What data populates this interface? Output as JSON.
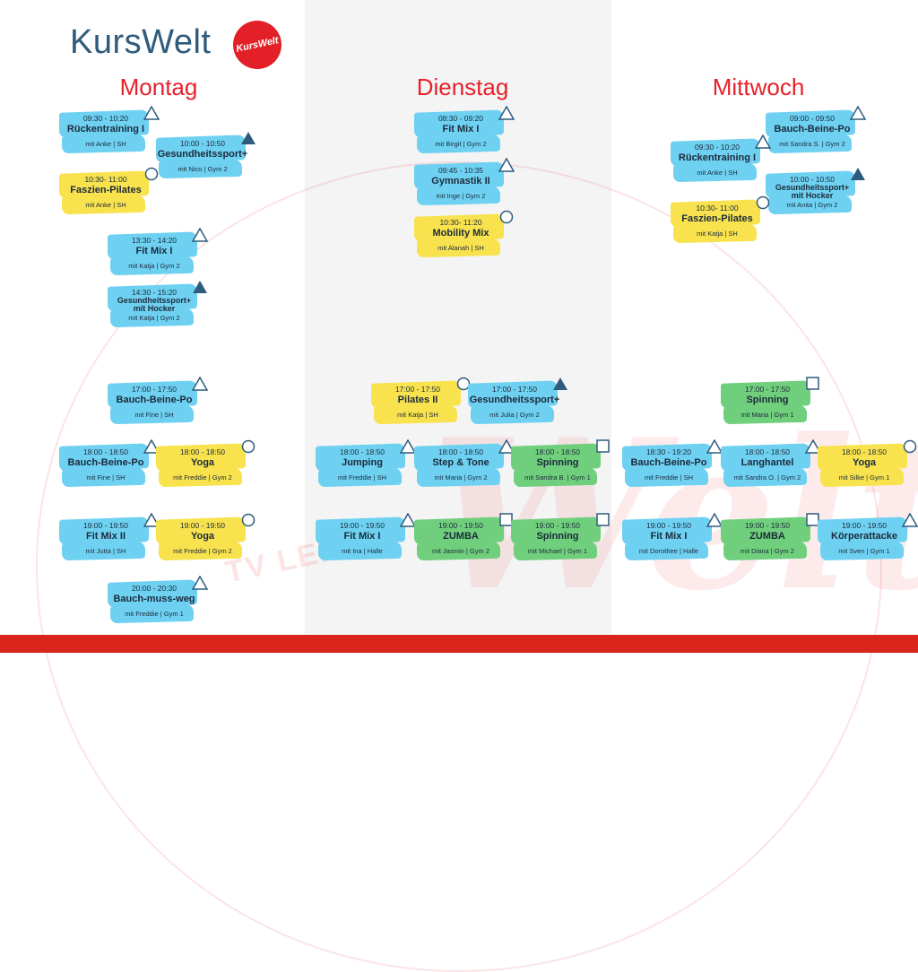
{
  "logo": {
    "text": "KursWelt",
    "badge": "KursWelt"
  },
  "watermark": "TV LEMGO",
  "colors": {
    "blue": "#6fd1f2",
    "yellow": "#f8e24e",
    "green": "#70cf7d",
    "accent": "#e8202a",
    "icon": "#2f5b7c"
  },
  "days": [
    {
      "name": "Montag",
      "courses": [
        {
          "time": "09:30 - 10:20",
          "name": "Rückentraining I",
          "sub": "mit Anke | SH",
          "color": "blue",
          "icon": "triangle-outline"
        },
        {
          "time": "10:00 - 10:50",
          "name": "Gesundheitssport+",
          "sub": "mit Nico | Gym 2",
          "color": "blue",
          "icon": "triangle-filled"
        },
        {
          "time": "10:30- 11:00",
          "name": "Faszien-Pilates",
          "sub": "mit Anke | SH",
          "color": "yellow",
          "icon": "circle-outline"
        },
        {
          "time": "13:30 - 14:20",
          "name": "Fit Mix I",
          "sub": "mit Katja | Gym 2",
          "color": "blue",
          "icon": "triangle-outline"
        },
        {
          "time": "14:30 - 15:20",
          "name": "Gesundheitssport+",
          "extra": "mit Hocker",
          "sub": "mit Katja | Gym 2",
          "color": "blue",
          "icon": "triangle-filled"
        },
        {
          "time": "17:00 - 17:50",
          "name": "Bauch-Beine-Po",
          "sub": "mit Fine | SH",
          "color": "blue",
          "icon": "triangle-outline"
        },
        {
          "time": "18:00 - 18:50",
          "name": "Bauch-Beine-Po",
          "sub": "mit Fine | SH",
          "color": "blue",
          "icon": "triangle-outline"
        },
        {
          "time": "18:00 - 18:50",
          "name": "Yoga",
          "sub": "mit Freddie | Gym 2",
          "color": "yellow",
          "icon": "circle-outline"
        },
        {
          "time": "19:00 - 19:50",
          "name": "Fit Mix II",
          "sub": "mit Jutta | SH",
          "color": "blue",
          "icon": "triangle-outline"
        },
        {
          "time": "19:00 - 19:50",
          "name": "Yoga",
          "sub": "mit Freddie | Gym 2",
          "color": "yellow",
          "icon": "circle-outline"
        },
        {
          "time": "20:00 - 20:30",
          "name": "Bauch-muss-weg",
          "sub": "mit Freddie | Gym 1",
          "color": "blue",
          "icon": "triangle-outline"
        }
      ]
    },
    {
      "name": "Dienstag",
      "courses": [
        {
          "time": "08:30 - 09:20",
          "name": "Fit Mix I",
          "sub": "mit Birgit | Gym 2",
          "color": "blue",
          "icon": "triangle-outline"
        },
        {
          "time": "09:45 - 10:35",
          "name": "Gymnastik II",
          "sub": "mit Inge | Gym 2",
          "color": "blue",
          "icon": "triangle-outline"
        },
        {
          "time": "10:30- 11:20",
          "name": "Mobility Mix",
          "sub": "mit Alanah | SH",
          "color": "yellow",
          "icon": "circle-outline"
        },
        {
          "time": "17:00 - 17:50",
          "name": "Pilates II",
          "sub": "mit Katja | SH",
          "color": "yellow",
          "icon": "circle-outline"
        },
        {
          "time": "17:00 - 17:50",
          "name": "Gesundheitssport+",
          "sub": "mit Julia | Gym 2",
          "color": "blue",
          "icon": "triangle-filled"
        },
        {
          "time": "18:00 - 18:50",
          "name": "Jumping",
          "sub": "mit Freddie | SH",
          "color": "blue",
          "icon": "triangle-outline"
        },
        {
          "time": "18:00 - 18:50",
          "name": "Step & Tone",
          "sub": "mit Maria | Gym 2",
          "color": "blue",
          "icon": "triangle-outline"
        },
        {
          "time": "18:00 - 18:50",
          "name": "Spinning",
          "sub": "mit Sandra B. | Gym 1",
          "color": "green",
          "icon": "square-outline"
        },
        {
          "time": "19:00 - 19:50",
          "name": "Fit Mix I",
          "sub": "mit Ina | Halle",
          "color": "blue",
          "icon": "triangle-outline"
        },
        {
          "time": "19:00 - 19:50",
          "name": "ZUMBA",
          "sub": "mit Jasmin | Gym 2",
          "color": "green",
          "icon": "square-outline"
        },
        {
          "time": "19:00 - 19:50",
          "name": "Spinning",
          "sub": "mit Michael | Gym 1",
          "color": "green",
          "icon": "square-outline"
        }
      ]
    },
    {
      "name": "Mittwoch",
      "courses": [
        {
          "time": "09:00 - 09:50",
          "name": "Bauch-Beine-Po",
          "sub": "mit Sandra S. | Gym 2",
          "color": "blue",
          "icon": "triangle-outline"
        },
        {
          "time": "09:30 - 10:20",
          "name": "Rückentraining I",
          "sub": "mit Anke | SH",
          "color": "blue",
          "icon": "triangle-outline"
        },
        {
          "time": "10:00 - 10:50",
          "name": "Gesundheitssport+",
          "extra": "mit Hocker",
          "sub": "mit Anita | Gym 2",
          "color": "blue",
          "icon": "triangle-filled"
        },
        {
          "time": "10:30- 11:00",
          "name": "Faszien-Pilates",
          "sub": "mit Katja | SH",
          "color": "yellow",
          "icon": "circle-outline"
        },
        {
          "time": "17:00 - 17:50",
          "name": "Spinning",
          "sub": "mit Maria | Gym 1",
          "color": "green",
          "icon": "square-outline"
        },
        {
          "time": "18:30 - 19:20",
          "name": "Bauch-Beine-Po",
          "sub": "mit Freddie | SH",
          "color": "blue",
          "icon": "triangle-outline"
        },
        {
          "time": "18:00 - 18:50",
          "name": "Langhantel",
          "sub": "mit Sandra O. | Gym 2",
          "color": "blue",
          "icon": "triangle-outline"
        },
        {
          "time": "18:00 - 18:50",
          "name": "Yoga",
          "sub": "mit Silke | Gym 1",
          "color": "yellow",
          "icon": "circle-outline"
        },
        {
          "time": "19:00 - 19:50",
          "name": "Fit Mix I",
          "sub": "mit Dorothee | Halle",
          "color": "blue",
          "icon": "triangle-outline"
        },
        {
          "time": "19:00 - 19:50",
          "name": "ZUMBA",
          "sub": "mit Diana | Gym 2",
          "color": "green",
          "icon": "square-outline"
        },
        {
          "time": "19:00 - 19:50",
          "name": "Körperattacke",
          "sub": "mit Sven | Gym 1",
          "color": "blue",
          "icon": "triangle-outline"
        }
      ]
    }
  ]
}
